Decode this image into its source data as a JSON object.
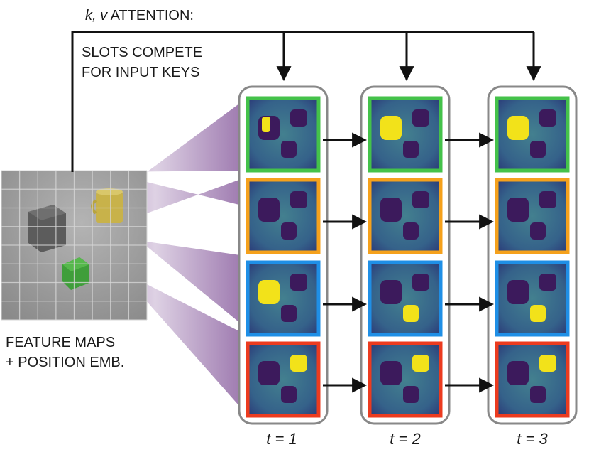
{
  "header": {
    "attention_var": "k, v",
    "attention_word": "ATTENTION:"
  },
  "note": {
    "line1": "SLOTS COMPETE",
    "line2": "FOR INPUT KEYS"
  },
  "input": {
    "line1": "FEATURE MAPS",
    "line2": "+ POSITION EMB."
  },
  "timesteps": [
    {
      "label": "t = 1"
    },
    {
      "label": "t = 2"
    },
    {
      "label": "t = 3"
    }
  ],
  "slots": [
    {
      "name": "green",
      "color": "#44c24a"
    },
    {
      "name": "orange",
      "color": "#f5a11c"
    },
    {
      "name": "blue",
      "color": "#1f8fe6"
    },
    {
      "name": "red",
      "color": "#ec3b1f"
    }
  ],
  "colors": {
    "mask_background": "#3a6e8c",
    "mask_shadow": "#3c1a5c",
    "mask_highlight": "#f2e21a",
    "column_border": "#888888",
    "projection": "#7b4a93"
  }
}
